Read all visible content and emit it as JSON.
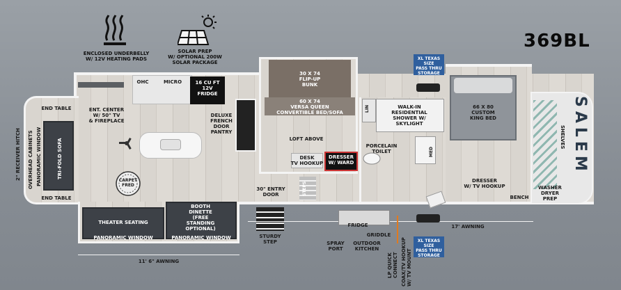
{
  "model": "369BL",
  "icons": {
    "underbelly_caption": "ENCLOSED UNDERBELLY\nW/ 12V HEATING PADS",
    "solar_caption": "SOLAR PREP\nW/ OPTIONAL 200W\nSOLAR PACKAGE",
    "underbelly_icon": "heat-waves-icon",
    "solar_icon": "solar-panel-icon"
  },
  "labels": {
    "ohc": "OHC",
    "micro": "MICRO",
    "fridge_16": "16 CU FT\n12V\nFRIDGE",
    "ent_center": "ENT. CENTER\nW/ 50\" TV\n& FIREPLACE",
    "end_table_top": "END TABLE",
    "end_table_bottom": "END TABLE",
    "overhead_cabinets": "OVERHEAD CABINETS",
    "panoramic_window_left": "PANORAMIC WINDOW",
    "trifold_sofa": "TRI-FOLD SOFA",
    "receiver_hitch": "2\" RECEIVER HITCH",
    "carpet_fred": "CARPET\nFRED",
    "deluxe_pantry": "DELUXE\nFRENCH\nDOOR\nPANTRY",
    "bunk": "30 X 74\nFLIP-UP\nBUNK",
    "versa_queen": "60 X 74\nVERSA QUEEN\nCONVERTIBLE BED/SOFA",
    "loft_above": "LOFT ABOVE",
    "desk": "DESK\nTV HOOKUP",
    "dresser_ward": "DRESSER\nW/ WARD",
    "steps": "STEPS",
    "entry_door": "30\" ENTRY\nDOOR",
    "lin": "LIN",
    "shower": "WALK-IN\nRESIDENTIAL\nSHOWER W/\nSKYLIGHT",
    "porcelain_toilet": "PORCELAIN\nTOILET",
    "med": "MED",
    "king_bed": "66 X 80\nCUSTOM\nKING BED",
    "shelves": "SHELVES",
    "dresser_tv": "DRESSER\nW/ TV HOOKUP",
    "bench": "BENCH",
    "washer_dryer": "WASHER\nDRYER\nPREP",
    "theater_seating": "THEATER SEATING",
    "panoramic_window_bl": "PANORAMIC WINDOW",
    "booth_dinette": "BOOTH\nDINETTE\n(FREE\nSTANDING\nOPTIONAL)",
    "panoramic_window_br": "PANORAMIC WINDOW",
    "sturdy_step": "STURDY\nSTEP",
    "spray_port": "SPRAY\nPORT",
    "outdoor_kitchen": "OUTDOOR\nKITCHEN",
    "fridge_outdoor": "FRIDGE",
    "griddle": "GRIDDLE",
    "lp_quick_connect": "LP QUICK\nCONNECT",
    "coax_tv": "COAX/TV HOOKUP\nW/ TV MOUNT",
    "awning_17": "17' AWNING",
    "awning_11": "11' 6\" AWNING",
    "xl_storage_top": "XL TEXAS SIZE\nPASS THRU\nSTORAGE",
    "xl_storage_bottom": "XL TEXAS SIZE\nPASS THRU\nSTORAGE",
    "brand_cap": "SALEM"
  },
  "colors": {
    "callout_blue": "#2f5f9e",
    "wall": "#f4f4f4",
    "upholstery": "#3d4147"
  }
}
